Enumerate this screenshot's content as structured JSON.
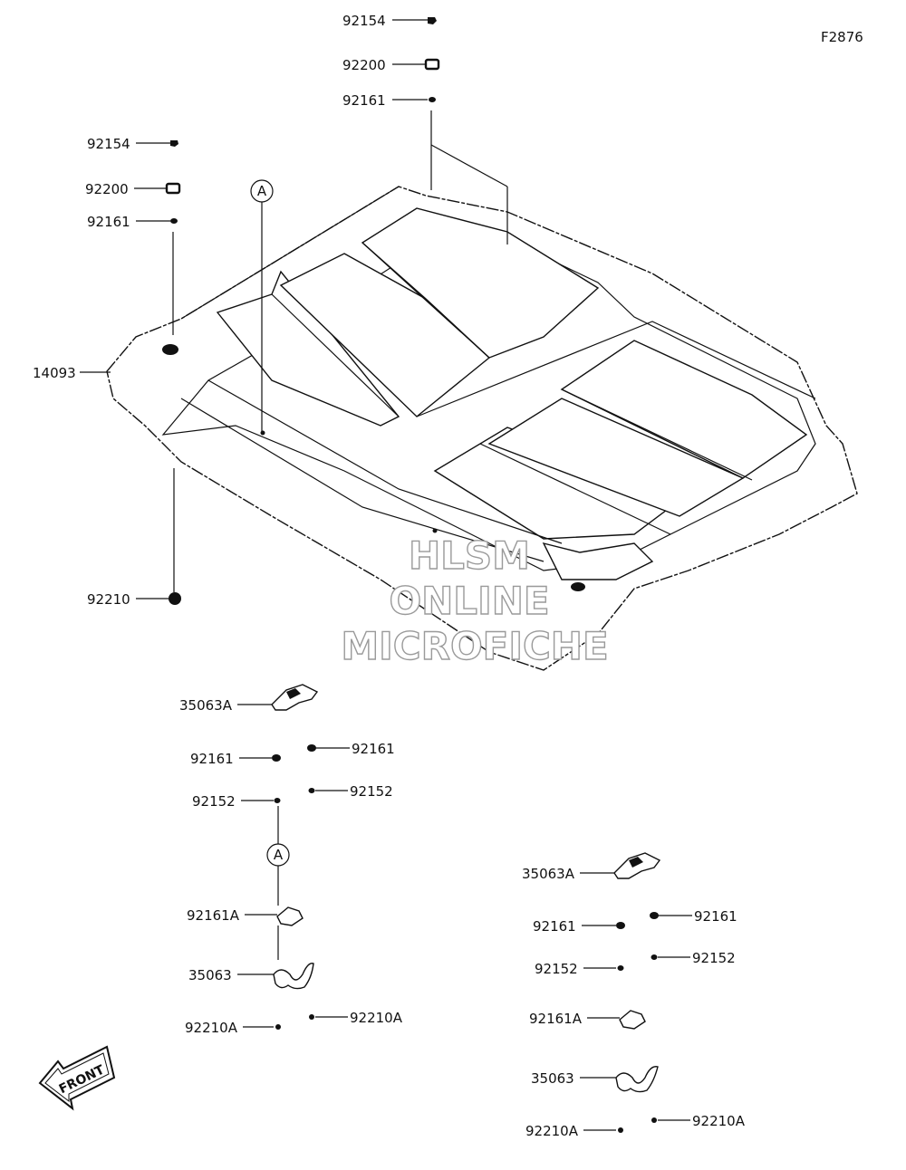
{
  "figure_code": "F2876",
  "callout_ref": "A",
  "front_label": "FRONT",
  "watermark": [
    "HLSM",
    "ONLINE",
    "MICROFICHE"
  ],
  "parts": {
    "top": [
      "92154",
      "92200",
      "92161"
    ],
    "left": [
      "92154",
      "92200",
      "92161"
    ],
    "roof": "14093",
    "grommet": "92210",
    "mount_left": {
      "bracket": "35063A",
      "a": "92161",
      "b": "92161",
      "c": "92152",
      "d": "92152",
      "clip": "92161A",
      "clamp": "35063",
      "e": "92210A",
      "f": "92210A"
    },
    "mount_right": {
      "bracket": "35063A",
      "a": "92161",
      "b": "92161",
      "c": "92152",
      "d": "92152",
      "clip": "92161A",
      "clamp": "35063",
      "e": "92210A",
      "f": "92210A"
    }
  }
}
